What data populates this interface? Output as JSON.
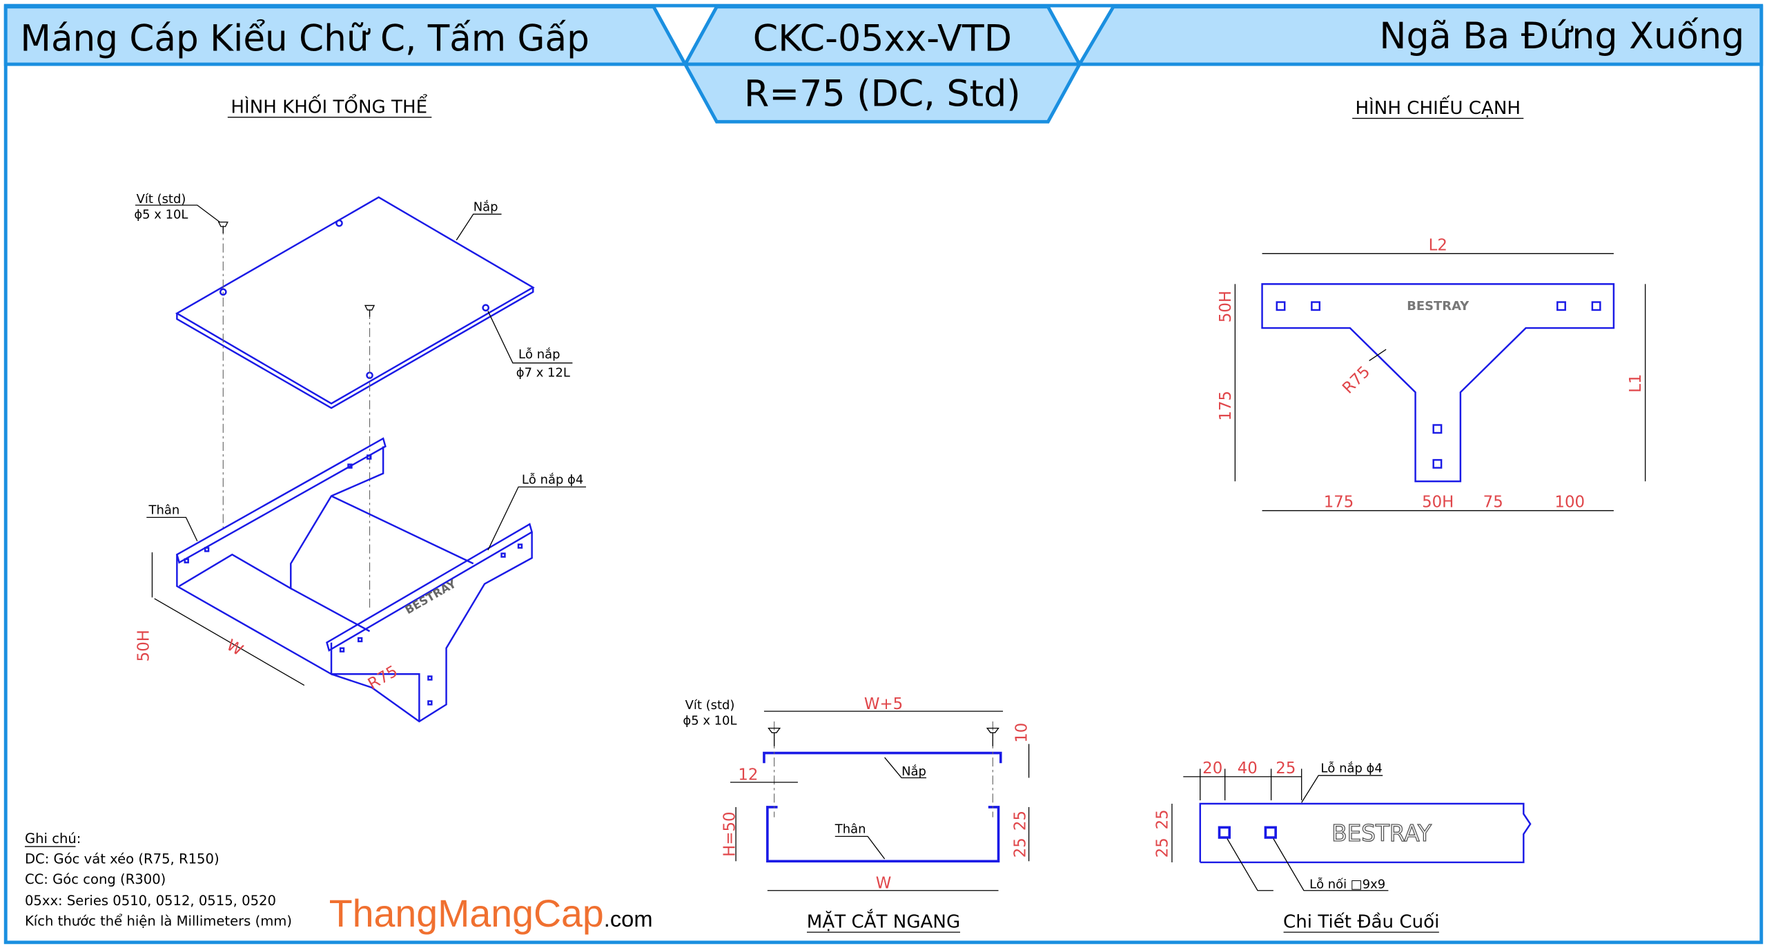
{
  "header": {
    "left_title": "Máng Cáp Kiểu Chữ C, Tấm Gấp",
    "code": "CKC-05xx-VTD",
    "variant": "R=75 (DC, Std)",
    "right_title": "Ngã Ba Đứng Xuống"
  },
  "iso_view": {
    "title": "HÌNH KHỐI TỔNG THỂ",
    "screw_label": "Vít (std)",
    "screw_size": "ϕ5 x 10L",
    "cover_label": "Nắp",
    "cover_hole_label": "Lỗ nắp",
    "cover_hole_size": "ϕ7 x 12L",
    "body_hole_label": "Lỗ nắp ϕ4",
    "body_label": "Thân",
    "dim_height": "50H",
    "dim_width": "W",
    "dim_radius": "R75",
    "brand": "BESTRAY"
  },
  "side_view": {
    "title": "HÌNH CHIẾU CẠNH",
    "dim_l2": "L2",
    "dim_l1": "L1",
    "dim_top_h": "50H",
    "dim_left_175": "175",
    "dim_radius": "R75",
    "dim_bottom": [
      "175",
      "50H",
      "75",
      "100"
    ],
    "brand": "BESTRAY"
  },
  "section_view": {
    "title": "MẶT CẮT NGANG",
    "screw_label": "Vít (std)",
    "screw_size": "ϕ5 x 10L",
    "dim_top": "W+5",
    "dim_10": "10",
    "dim_12": "12",
    "cover_label": "Nắp",
    "dim_height": "H=50",
    "dim_25a": "25",
    "dim_25b": "25",
    "body_label": "Thân",
    "dim_bottom": "W"
  },
  "end_detail": {
    "title": "Chi Tiết Đầu Cuối",
    "dim_top": [
      "20",
      "40",
      "25"
    ],
    "hole_label": "Lỗ nắp ϕ4",
    "dim_left": [
      "25",
      "25"
    ],
    "joint_label": "Lỗ nối □9x9",
    "brand": "BESTRAY"
  },
  "notes": {
    "heading": "Ghi chú:",
    "lines": [
      "DC: Góc vát xéo (R75, R150)",
      "CC: Góc cong (R300)",
      "05xx: Series 0510, 0512, 0515, 0520",
      "Kích thước thể hiện là Millimeters (mm)"
    ]
  },
  "logo": {
    "main": "ThangMangCap",
    "suffix": ".com"
  },
  "colors": {
    "frame": "#1a8fe0",
    "band": "#b3defc",
    "line": "#1a1ae6",
    "dim": "#e0464a",
    "logo": "#f07030"
  }
}
